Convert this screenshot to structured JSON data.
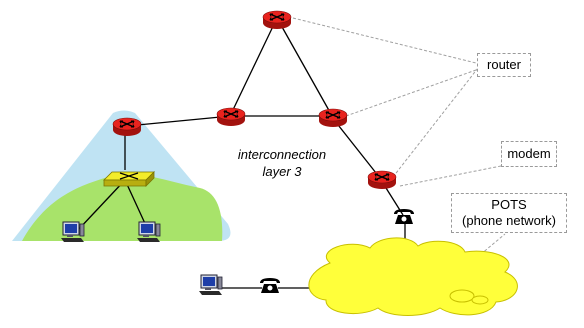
{
  "labels": {
    "router": "router",
    "modem": "modem",
    "pots_line1": "POTS",
    "pots_line2": "(phone network)",
    "interconnection_line1": "interconnection",
    "interconnection_line2": "layer 3"
  },
  "colors": {
    "router_red": "#e8231e",
    "switch_yellow": "#f3ec2a",
    "cloud_yellow": "#ffff3a",
    "hill_green": "#a8e36a",
    "sky_blue": "#bfe3f3",
    "line": "#000000",
    "dashed": "#9a9a9a"
  },
  "icons": [
    "router-icon",
    "switch-icon",
    "computer-icon",
    "telephone-icon",
    "cloud-icon"
  ]
}
